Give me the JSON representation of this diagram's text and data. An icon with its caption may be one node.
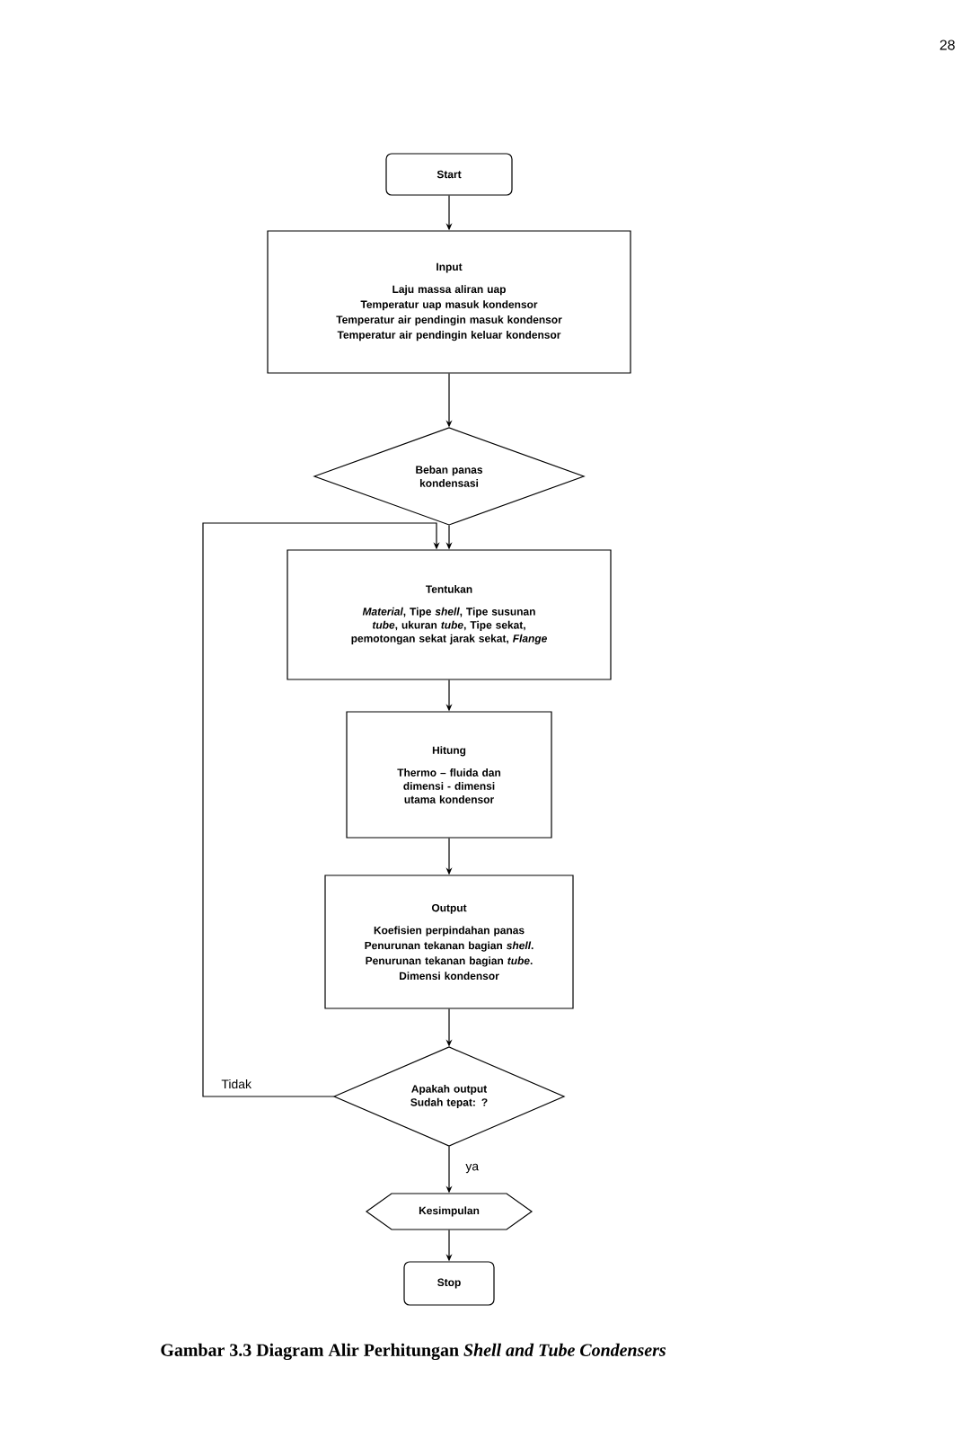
{
  "diagram": {
    "caption": "Gambar 3.3 Diagram Alir Perhitungan *Shell and Tube Condensers*",
    "nodes": [
      {
        "text": [
          "Start"
        ]
      },
      {
        "text": [
          "Input",
          "Laju massa aliran uap",
          "Temperatur uap masuk kondensor",
          "Temperatur air pendingin masuk kondensor",
          "Temperatur air pendingin keluar kondensor"
        ]
      },
      {
        "text": [
          "Beban panas kondensasi"
        ]
      },
      {
        "text": [
          "Tentukan",
          "*Material*, Tipe *shell*, Tipe susunan *tube*, ukuran *tube*, Tipe sekat, pemotongan sekat jarak sekat, *Flange*"
        ]
      },
      {
        "text": [
          "Hitung",
          "Thermo – fluida dan dimensi - dimensi utama kondensor"
        ]
      },
      {
        "text": [
          "Output",
          "Koefisien perpindahan panas",
          "Penurunan tekanan bagian *shell*.",
          "Penurunan tekanan  bagian *tube*.",
          "Dimensi kondensor"
        ]
      },
      {
        "text": [
          "Apakah output Sudah tepat: ?"
        ]
      },
      {
        "text": [
          "Kesimpulan"
        ]
      },
      {
        "text": [
          "Stop"
        ]
      }
    ],
    "edges": [
      {
        "from": 0,
        "to": 1,
        "arrow": "to"
      },
      {
        "from": 1,
        "to": 2,
        "arrow": "to"
      },
      {
        "from": 2,
        "to": 3,
        "arrow": "to"
      },
      {
        "from": 3,
        "to": 4,
        "arrow": "to"
      },
      {
        "from": 4,
        "to": 5,
        "arrow": "to"
      },
      {
        "from": 5,
        "to": 6,
        "arrow": "to"
      },
      {
        "from": 6,
        "to": 3,
        "arrow": "to",
        "label": "Tidak"
      },
      {
        "from": 6,
        "to": 7,
        "arrow": "to",
        "label": "ya"
      },
      {
        "from": 7,
        "to": 8,
        "arrow": "to"
      }
    ],
    "labels": [
      "28"
    ]
  }
}
